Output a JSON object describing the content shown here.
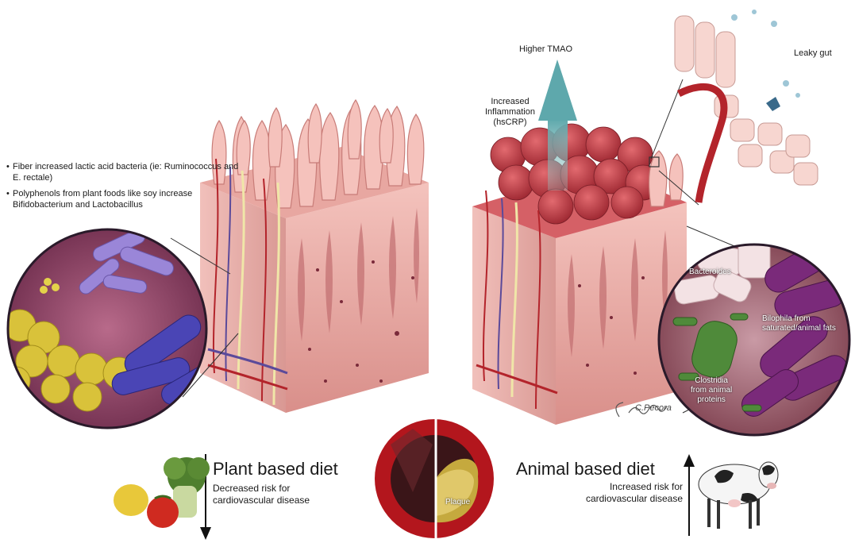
{
  "left_panel": {
    "bullets": [
      "Fiber increased lactic acid bacteria (ie: Ruminococcus and E. rectale)",
      "Polyphenols from plant foods like soy increase Bifidobacterium and Lactobacillus"
    ],
    "diet_title": "Plant based diet",
    "risk_line1": "Decreased risk for",
    "risk_line2": "cardiovascular disease"
  },
  "right_panel": {
    "tmao_label": "Higher TMAO",
    "inflammation_line1": "Increased",
    "inflammation_line2": "Inflammation",
    "inflammation_line3": "(hsCRP)",
    "leaky_gut": "Leaky gut",
    "bacteroides": "Bacteroides",
    "bilophila_line1": "Bilophila from",
    "bilophila_line2": "saturated/animal fats",
    "clostridia_line1": "Clostridia",
    "clostridia_line2": "from animal",
    "clostridia_line3": "proteins",
    "diet_title": "Animal based diet",
    "risk_line1": "Increased risk for",
    "risk_line2": "cardiovascular disease"
  },
  "artery": {
    "plaque_label": "Plaque"
  },
  "signature": "C.Pecora",
  "colors": {
    "tissue": "#e9a9a4",
    "villus": "#f2b8b3",
    "inflamed": "#c8434a",
    "vessel_red": "#b3242b",
    "vessel_blue": "#5b4a9a",
    "nerve": "#f0e6a8",
    "bacteria_yellow": "#d9c23a",
    "bacteria_blue": "#4a45b5",
    "bacteria_violet": "#9a86d8",
    "bacteria_purple": "#7a2a7a",
    "bacteria_green": "#4f8a3a",
    "tmao_arrow": "#7fb8b8"
  }
}
